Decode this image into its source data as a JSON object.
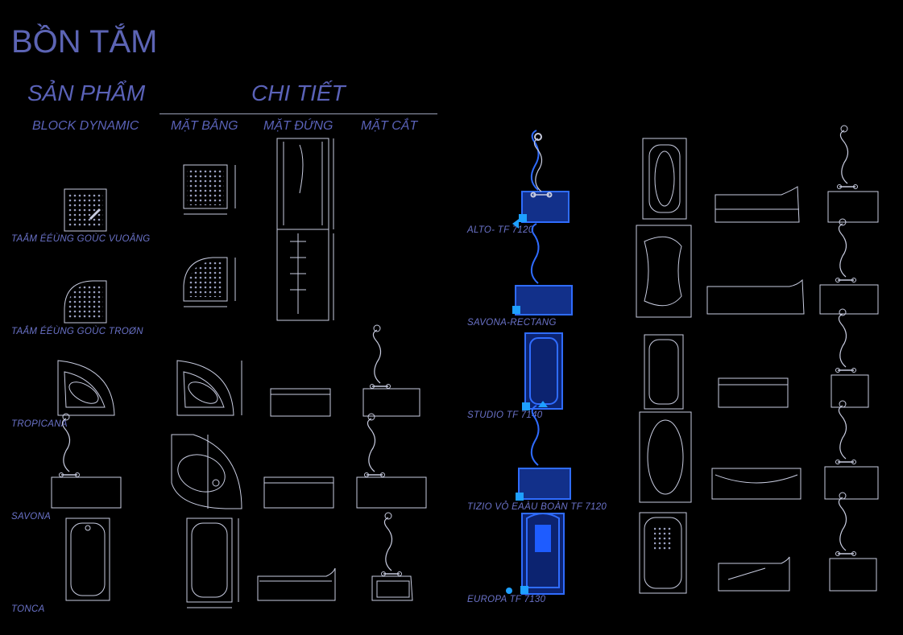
{
  "title": "BỒN TẮM",
  "headers": {
    "product": "SẢN PHẨM",
    "detail": "CHI TIẾT",
    "block": "BLOCK DYNAMIC",
    "plan": "MẶT BẰNG",
    "elevation": "MẶT ĐỨNG",
    "section": "MẶT CẮT"
  },
  "left_labels": [
    "TAẮM ÉÉÙNG GOÙC VUOÂNG",
    "TAẮM ÉÉÙNG GOÙC TROØN",
    "TROPICANA",
    "SAVONA",
    "TONCA"
  ],
  "right_labels": [
    "ALTO- TF 7120",
    "SAVONA-RECTANG",
    "STUDIO TF 7140",
    "TIZIO VỎ EAÀU BOÀN TF 7120",
    "EUROPA TF 7130"
  ],
  "colors": {
    "background": "#000000",
    "text": "#5a62b8",
    "drawing": "#c8cce0",
    "highlight": "#2f6cff",
    "grip": "#1ea0ff"
  }
}
